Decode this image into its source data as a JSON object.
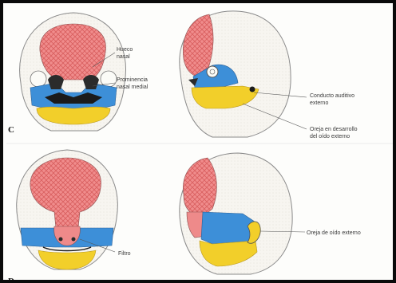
{
  "panels": {
    "c": {
      "letter": "C"
    },
    "d": {
      "letter": "D"
    }
  },
  "labels": {
    "hueco_nasal_1": "Hueco",
    "hueco_nasal_2": "nasal",
    "prominencia_1": "Prominencia",
    "prominencia_2": "nasal medial",
    "conducto_1": "Conducto auditivo",
    "conducto_2": "externo",
    "oreja_desarrollo_1": "Oreja en desarrollo",
    "oreja_desarrollo_2": "del oído externo",
    "filtro": "Filtro",
    "oreja_oido_externo": "Oreja de oído externo"
  },
  "colors": {
    "frontal_pink": "#ee8a8a",
    "maxillary_blue": "#3d8fd8",
    "mandibular_yellow": "#f2cf2a",
    "outline": "#777777",
    "skin": "#f7f5f0"
  }
}
